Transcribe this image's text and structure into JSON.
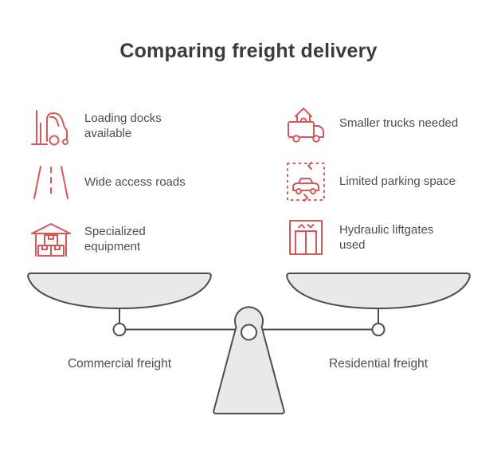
{
  "title": "Comparing freight delivery",
  "left_column": {
    "side_label": "Commercial freight",
    "items": [
      {
        "icon": "forklift-icon",
        "label": "Loading docks available"
      },
      {
        "icon": "road-icon",
        "label": "Wide access roads"
      },
      {
        "icon": "warehouse-boxes-icon",
        "label": "Specialized equipment"
      }
    ]
  },
  "right_column": {
    "side_label": "Residential freight",
    "items": [
      {
        "icon": "house-truck-icon",
        "label": "Smaller trucks needed"
      },
      {
        "icon": "car-parking-space-icon",
        "label": "Limited parking space"
      },
      {
        "icon": "elevator-liftgate-icon",
        "label": "Hydraulic liftgates used"
      }
    ]
  },
  "colors": {
    "icon_red": "#d45858",
    "outline_dark": "#4c4c4c",
    "pan_fill": "#e9e9e9",
    "title_text": "#3c3c3c",
    "body_text": "#4e4e4e",
    "background": "#ffffff"
  }
}
